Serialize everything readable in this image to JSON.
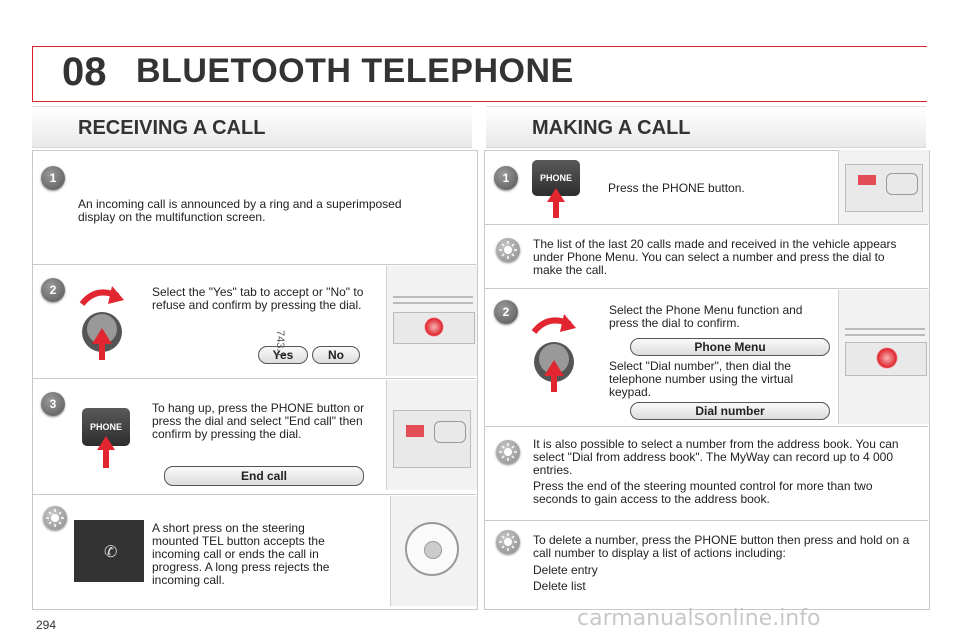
{
  "header": {
    "chapter": "08",
    "title": "BLUETOOTH TELEPHONE"
  },
  "receiving": {
    "title": "RECEIVING A CALL",
    "step1": {
      "num": "1",
      "text": "An incoming call is announced by a ring and a superimposed display on the multifunction screen."
    },
    "step2": {
      "num": "2",
      "text": "Select the \"Yes\" tab to accept or \"No\" to refuse and confirm by pressing the dial.",
      "yes": "Yes",
      "no": "No",
      "ref": "743.1"
    },
    "step3": {
      "num": "3",
      "text": "To hang up, press the PHONE button or press the dial and select \"End call\" then confirm by pressing the dial.",
      "pill": "End call",
      "button": "PHONE"
    },
    "tip": {
      "text": "A short press on the steering mounted TEL button accepts the incoming call or ends the call in progress. A long press rejects the incoming call."
    }
  },
  "making": {
    "title": "MAKING A CALL",
    "step1": {
      "num": "1",
      "text": "Press the PHONE button.",
      "button": "PHONE"
    },
    "tip1": {
      "text": "The list of the last 20 calls made and received in the vehicle appears under Phone Menu. You can select a number and press the dial to make the call."
    },
    "step2": {
      "num": "2",
      "text1": "Select the Phone Menu function and press the dial to confirm.",
      "pill1": "Phone Menu",
      "text2": "Select \"Dial number\", then dial the telephone number using the virtual keypad.",
      "pill2": "Dial number"
    },
    "tip2": {
      "text1": "It is also possible to select a number from the address book. You can select \"Dial from address book\". The MyWay can record up to 4 000 entries.",
      "text2": "Press the end of the steering mounted control for more than two seconds to gain access to the address book."
    },
    "tip3": {
      "text": "To delete a number, press the PHONE button then press and hold on a call number to display a list of actions including:",
      "item1": "Delete entry",
      "item2": "Delete list"
    }
  },
  "footer": {
    "page": "294",
    "watermark": "carmanualsonline.info"
  },
  "colors": {
    "accent": "#e1262f",
    "frame": "#d9232e"
  }
}
